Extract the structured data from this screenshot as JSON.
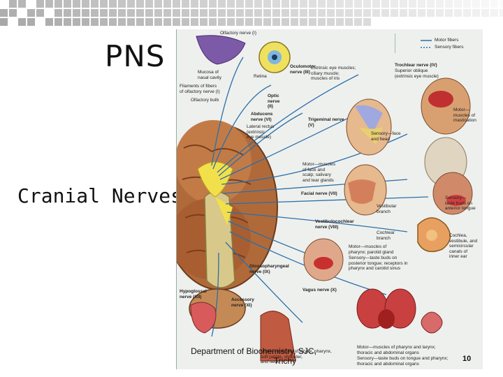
{
  "slide": {
    "title": "PNS",
    "subtitle": "Cranial Nerves",
    "footer": {
      "line1": "Department of Biochemistry, SJC,",
      "line2": "Trichy"
    },
    "page_number": "10"
  },
  "figure": {
    "legend": {
      "motor": "Motor fibers",
      "sensory": "Sensory fibers"
    },
    "labels": {
      "olfactory": "Olfactory nerve (I)",
      "mucosa": "Mucosa of\nnasal cavity",
      "filaments": "Filaments of fibers\nof olfactory nerve (I)",
      "olfactory_bulb": "Olfactory bulb",
      "retina": "Retina",
      "oculomotor": "Oculomotor\nnerve (III)",
      "oculomotor_targets": "Extrinsic eye muscles;\nciliary muscle;\nmuscles of iris",
      "trochlear": "Trochlear nerve (IV)",
      "trochlear_target": "Superior oblique\n(extrinsic eye muscle)",
      "optic": "Optic\nnerve\n(II)",
      "abducens": "Abducens\nnerve (VI)",
      "lateral_rectus": "Lateral rectus\n(extrinsic\neye muscle)",
      "trigeminal": "Trigeminal nerve\n(V)",
      "motor_mastication": "Motor—\nmuscles of\nmastication",
      "sensory_face": "Sensory—face\nand head",
      "motor_face": "Motor—muscles\nof face and\nscalp; salivary\nand tear glands",
      "facial": "Facial nerve (VII)",
      "sensory_taste": "Sensory—\ntaste buds on\nanterior tongue",
      "vestibular": "Vestibular\nbranch",
      "vestibulocochlear": "Vestibulocochlear\nnerve (VIII)",
      "cochlear": "Cochlear\nbranch",
      "cochlea": "Cochlea,\nvestibule, and\nsemicircular\ncanals of\ninner ear",
      "motor_pharynx": "Motor—muscles of\npharynx; parotid gland",
      "sensory_pharynx": "Sensory—taste buds on\nposterior tongue; receptors in\npharynx and carotid sinus",
      "glossopharyngeal": "Glossopharyngeal\nnerve (IX)",
      "vagus": "Vagus nerve (X)",
      "hypoglossal": "Hypoglossal\nnerve (XII)",
      "accessory": "Accessory\nnerve (XI)",
      "motor_thoracic": "Motor—muscles of pharynx and larynx;\nthoracic and abdominal organs",
      "sensory_tongue": "Sensory—taste buds on tongue and pharynx;\nthoracic and abdominal organs",
      "motor_tongue": "Motor—muscles of larynx, pharynx,\nsoft palate, shoulder,\nand neck"
    }
  }
}
